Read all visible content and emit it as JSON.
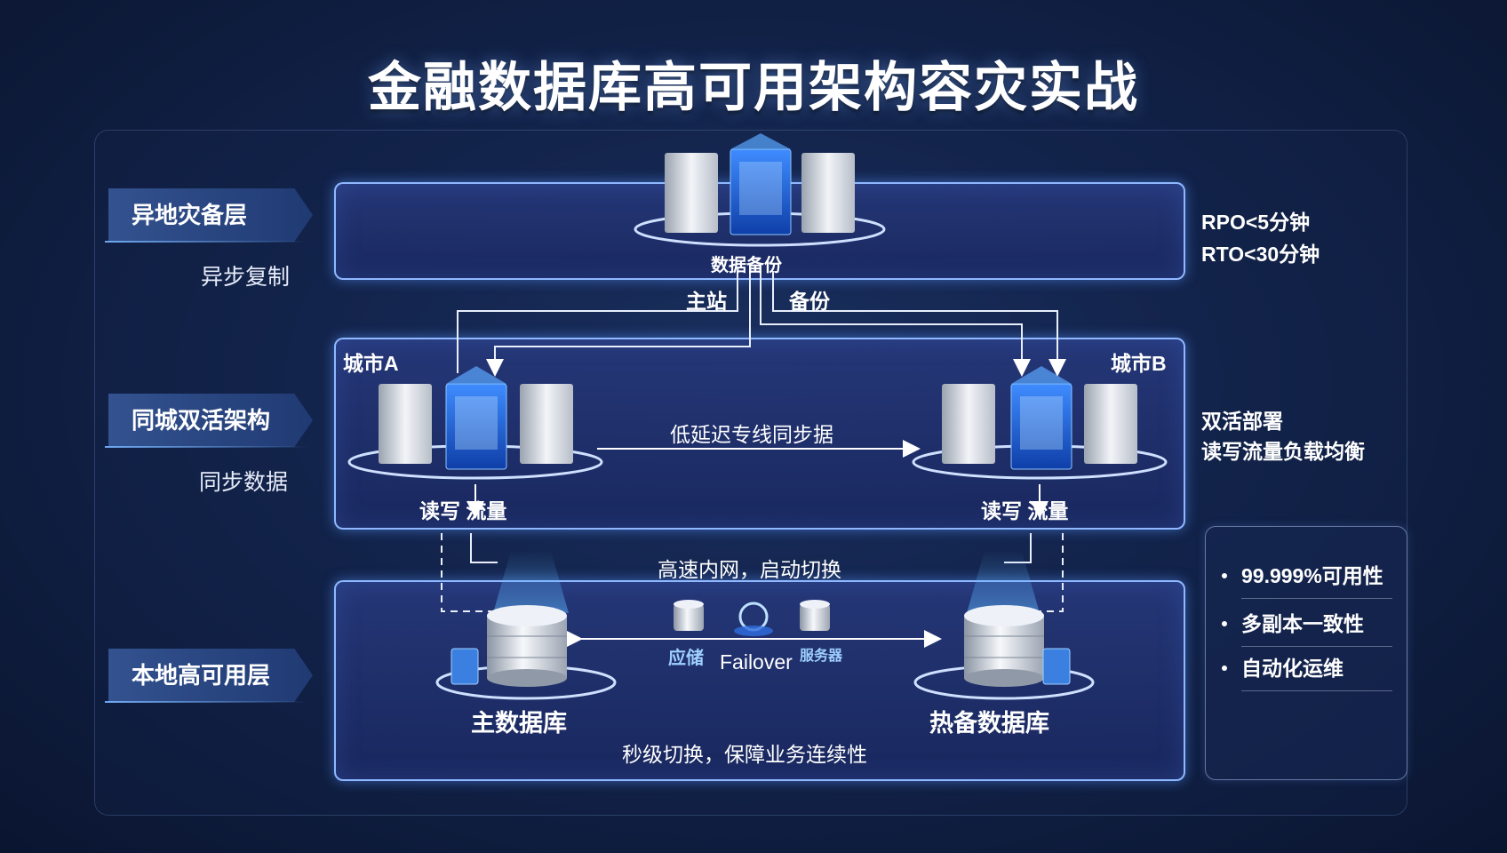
{
  "title": "金融数据库高可用架构容灾实战",
  "tiers": {
    "remote": {
      "label": "异地灾备层",
      "sub": "异步复制",
      "center_label": "数据备份",
      "primary_link": "主站",
      "backup_link": "备份"
    },
    "metro": {
      "label": "同城双活架构",
      "sub": "同步数据",
      "city_a": "城市A",
      "city_b": "城市B",
      "sync_label": "低延迟专线同步据",
      "rw_a": "读写 流量",
      "rw_b": "读写 流量"
    },
    "local": {
      "label": "本地高可用层",
      "net_label": "高速内网，启动切换",
      "storage_label": "应储",
      "failover": "Failover",
      "device_label": "服务器",
      "primary_db": "主数据库",
      "standby_db": "热备数据库",
      "caption": "秒级切换，保障业务连续性"
    }
  },
  "metrics": {
    "rpo": "RPO<5分钟",
    "rto": "RTO<30分钟",
    "active_title": "双活部署",
    "active_sub": "读写流量负载均衡"
  },
  "features": [
    "99.999%可用性",
    "多副本一致性",
    "自动化运维"
  ],
  "colors": {
    "accent": "#8fb8ff",
    "glow": "#4aa3ff",
    "bg": "#12234a"
  }
}
